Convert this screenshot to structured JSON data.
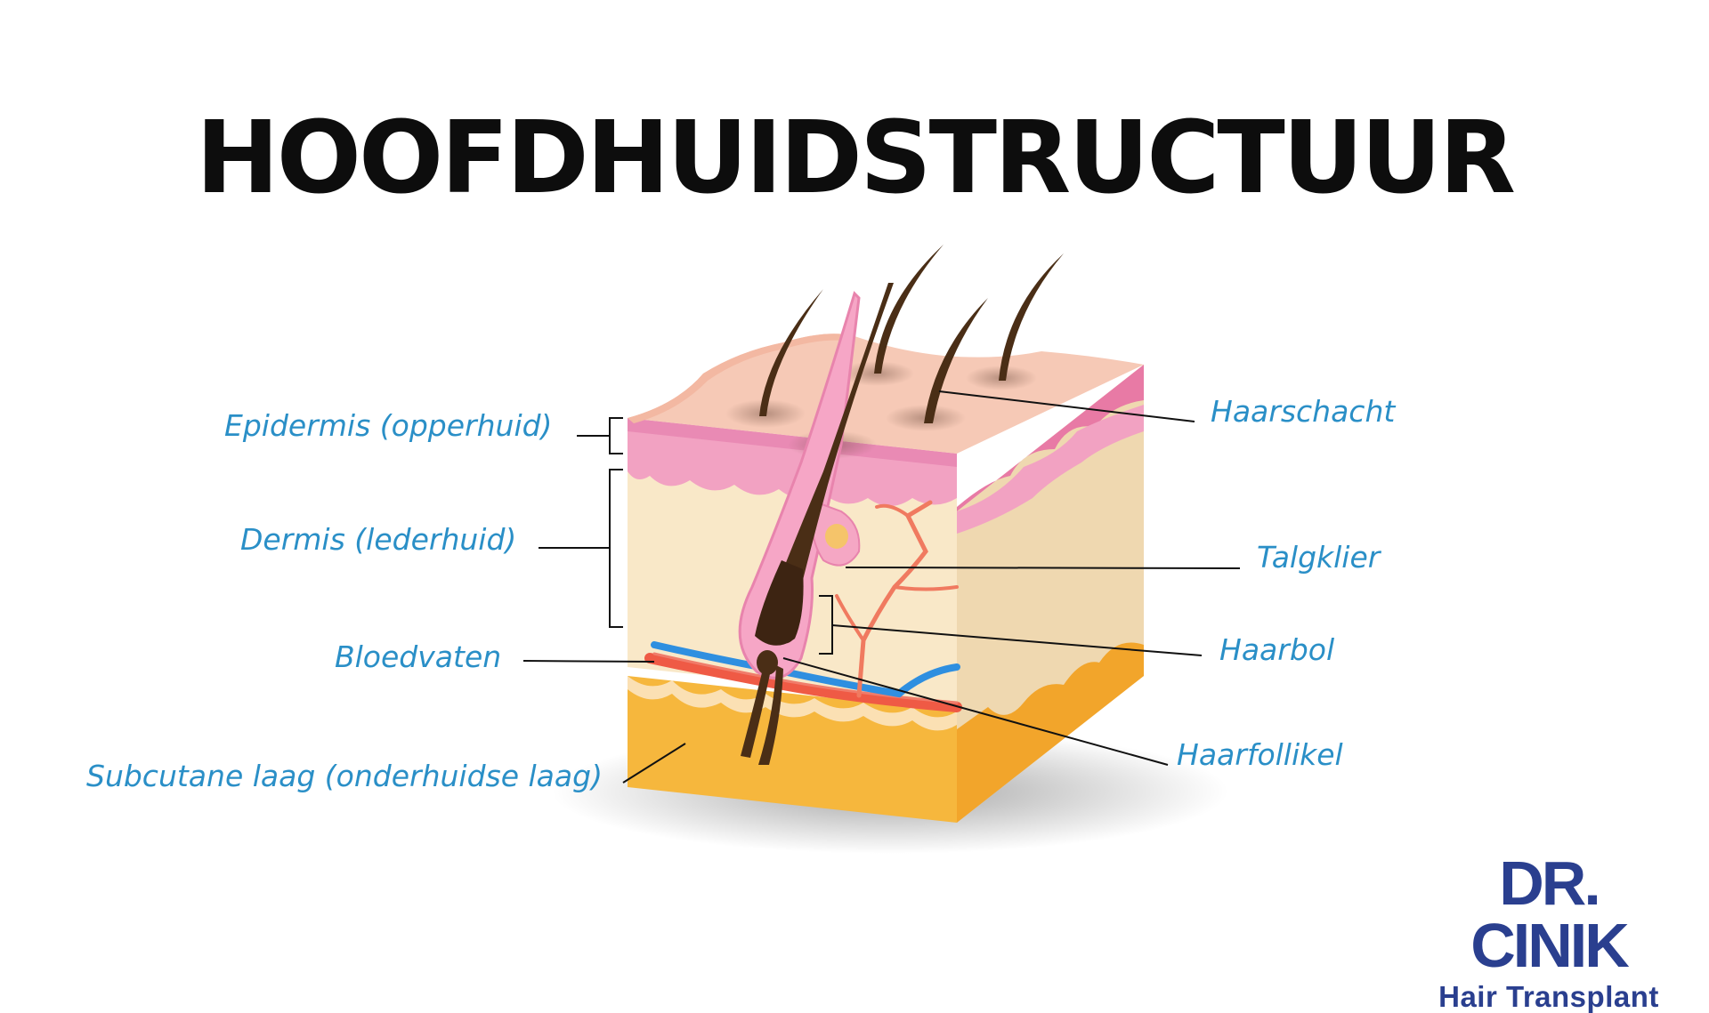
{
  "title": "HOOFDHUIDSTRUCTUUR",
  "labels": {
    "epidermis": "Epidermis (opperhuid)",
    "dermis": "Dermis (lederhuid)",
    "bloedvaten": "Bloedvaten",
    "subcutane": "Subcutane laag (onderhuidse laag)",
    "haarschacht": "Haarschacht",
    "talgklier": "Talgklier",
    "haarbol": "Haarbol",
    "haarfollikel": "Haarfollikel"
  },
  "logo": {
    "name": "DR. CINIK",
    "subtitle": "Hair Transplant"
  },
  "colors": {
    "label": "#2a8fc7",
    "title": "#0d0d0d",
    "logo": "#2a3f8f",
    "epidermis_top": "#f6c9b6",
    "epidermis_band": "#f2a2c2",
    "dermis": "#f9e8c8",
    "fat": "#f6b73d",
    "vein": "#2f8fe0",
    "artery": "#ef5a45",
    "hair": "#4a2e16"
  }
}
